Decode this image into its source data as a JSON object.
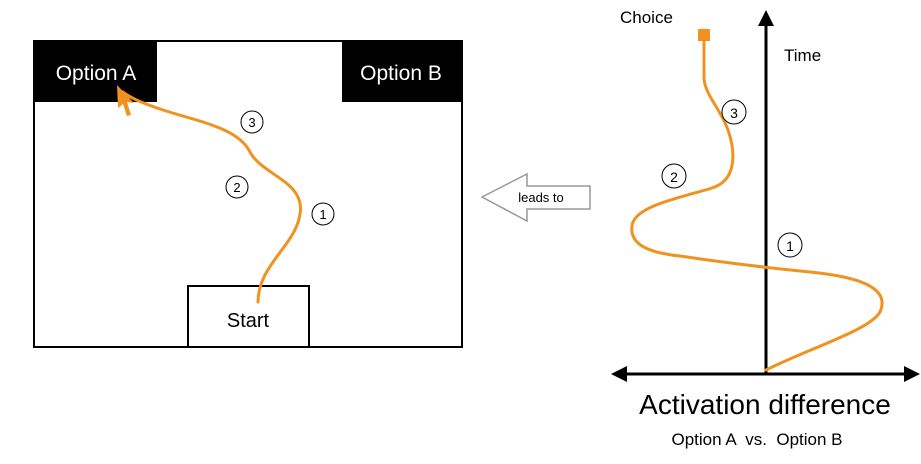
{
  "colors": {
    "trajectory": "#f0921f",
    "ink": "#000000",
    "arrow_outline": "#999999",
    "option_box_fill": "#000000",
    "option_box_text": "#ffffff"
  },
  "left_panel": {
    "option_a_label": "Option A",
    "option_b_label": "Option B",
    "start_label": "Start",
    "step_markers": [
      "1",
      "2",
      "3"
    ]
  },
  "connector": {
    "label": "leads to",
    "direction": "left"
  },
  "right_panel": {
    "choice_label": "Choice",
    "time_axis_label": "Time",
    "step_markers": [
      "1",
      "2",
      "3"
    ],
    "x_axis_title": "Activation difference",
    "x_axis_subtitle": "Option A  vs.  Option B"
  }
}
